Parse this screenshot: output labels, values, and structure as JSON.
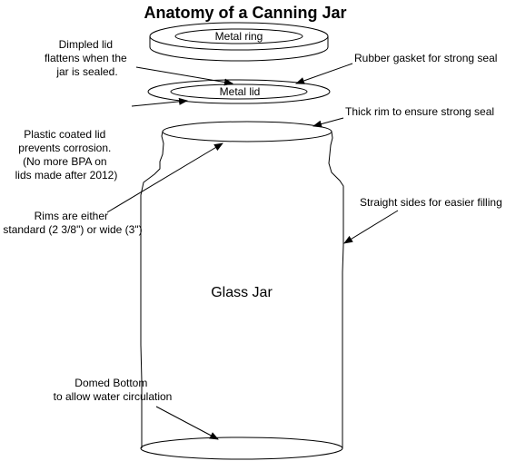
{
  "title": "Anatomy of a Canning Jar",
  "parts": {
    "metal_ring": "Metal ring",
    "metal_lid": "Metal lid",
    "glass_jar": "Glass Jar"
  },
  "annotations": {
    "dimpled_lid": [
      "Dimpled lid",
      "flattens when the",
      "jar is sealed."
    ],
    "rubber_gasket": [
      "Rubber gasket for strong seal"
    ],
    "thick_rim": [
      "Thick rim to ensure strong seal"
    ],
    "plastic_coated": [
      "Plastic coated lid",
      "prevents corrosion.",
      "(No more BPA on",
      "lids made after 2012)"
    ],
    "straight_sides": [
      "Straight sides for easier filling"
    ],
    "rims": [
      "Rims are either",
      "standard (2 3/8\") or wide (3\")"
    ],
    "domed_bottom": [
      "Domed Bottom",
      "to allow water circulation"
    ]
  }
}
